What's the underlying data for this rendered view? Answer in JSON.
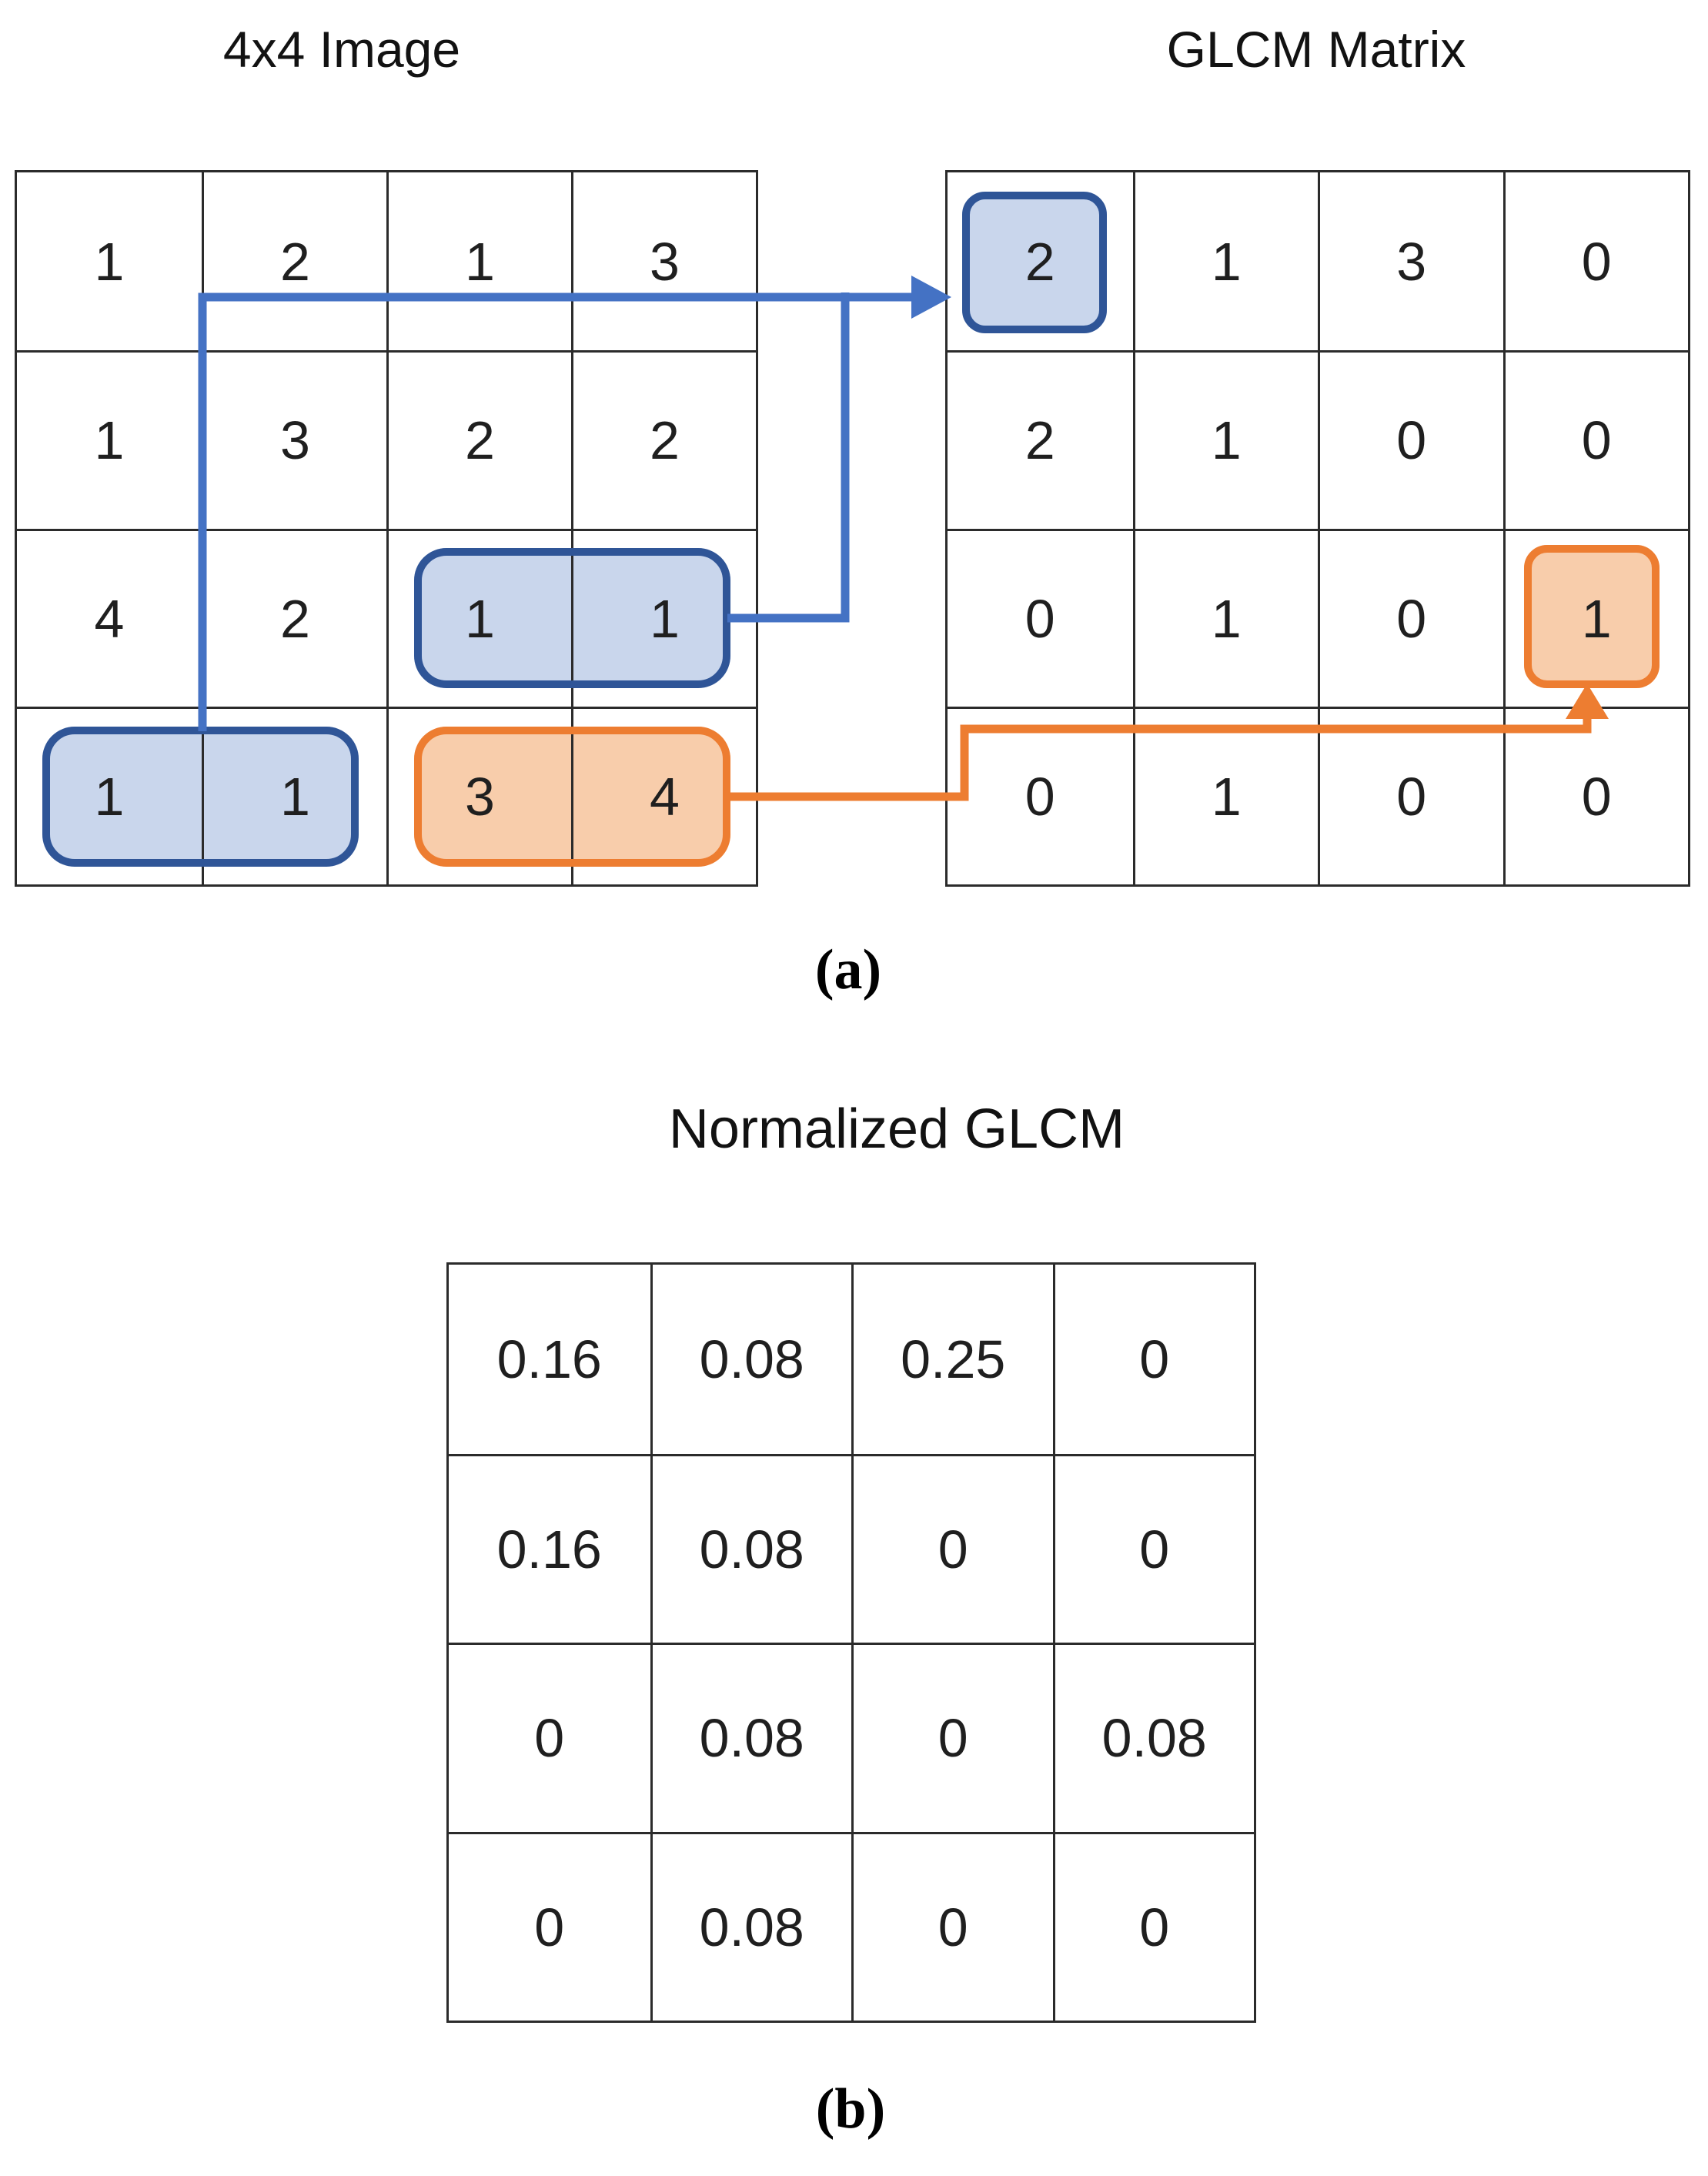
{
  "figure": {
    "panel_a_label": "(a)",
    "panel_b_label": "(b)",
    "image_grid": {
      "title": "4x4 Image",
      "rows": [
        [
          "1",
          "2",
          "1",
          "3"
        ],
        [
          "1",
          "3",
          "2",
          "2"
        ],
        [
          "4",
          "2",
          "1",
          "1"
        ],
        [
          "1",
          "1",
          "3",
          "4"
        ]
      ]
    },
    "glcm_grid": {
      "title": "GLCM Matrix",
      "rows": [
        [
          "2",
          "1",
          "3",
          "0"
        ],
        [
          "2",
          "1",
          "0",
          "0"
        ],
        [
          "0",
          "1",
          "0",
          "1"
        ],
        [
          "0",
          "1",
          "0",
          "0"
        ]
      ]
    },
    "normalized_grid": {
      "title": "Normalized GLCM",
      "rows": [
        [
          "0.16",
          "0.08",
          "0.25",
          "0"
        ],
        [
          "0.16",
          "0.08",
          "0",
          "0"
        ],
        [
          "0",
          "0.08",
          "0",
          "0.08"
        ],
        [
          "0",
          "0.08",
          "0",
          "0"
        ]
      ]
    },
    "highlights": {
      "blue_pair_row3": [
        "1",
        "1"
      ],
      "blue_pair_row4": [
        "1",
        "1"
      ],
      "orange_pair_row4": [
        "3",
        "4"
      ],
      "glcm_blue_cell": "2",
      "glcm_orange_cell": "1"
    },
    "colors": {
      "blue_accent": "#4472C4",
      "blue_border": "#2F5597",
      "blue_fill": "#C9D6EC",
      "orange_accent": "#ED7D31",
      "orange_fill": "#F8CDAB",
      "grid_line": "#2B2B2B",
      "text": "#1F1F1F"
    }
  }
}
